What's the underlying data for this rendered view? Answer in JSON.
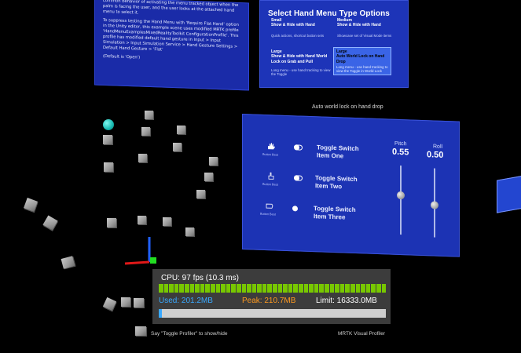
{
  "info_panel": {
    "paragraph_1": "common behavior of activating the menu tracked object when the palm is facing the user, and the user looks at the attached hand menu to select it.",
    "paragraph_2": "To suppress testing the Hand Menu with 'Require Flat Hand' option in the Unity editor, this example scene uses modified MRTK profile 'HandMenuExamplesMixedRealityToolkit ConfigurationProfile'. This profile has modified default hand gesture in Input > Input Simulation > Input Simulation Service > Hand Gesture Settings > Default Hand Gesture > 'Flat'",
    "paragraph_3": "(Default is 'Open')"
  },
  "menu_panel": {
    "title": "Select Hand Menu Type Options",
    "options": [
      {
        "head": "Small",
        "line2": "Show & Hide with Hand",
        "sub": "Quick actions, shortcut button sets"
      },
      {
        "head": "Medium",
        "line2": "Show & Hide with Hand",
        "sub": "Showcase set of Visual Mode items"
      },
      {
        "head": "Large",
        "line2": "Show & Hide with Hand World Lock on Grab and Pull",
        "sub": "Long menu - use hand tracking to view the Toggle"
      },
      {
        "head": "Large",
        "line2": "Auto World Lock on Hand Drop",
        "sub": "Long menu - use hand tracking to view the Toggle in World Lock"
      }
    ]
  },
  "auto_lock_caption": "Auto world lock on hand drop",
  "toggle_panel": {
    "items": [
      {
        "icon": "hand-icon",
        "caption": "Button Beat",
        "label_1": "Toggle Switch",
        "label_2": "Item One",
        "state": "on"
      },
      {
        "icon": "hand-point-icon",
        "caption": "Button Beat",
        "label_1": "Toggle Switch",
        "label_2": "Item Two",
        "state": "on"
      },
      {
        "icon": "hand-grab-icon",
        "caption": "Button Beat",
        "label_1": "Toggle Switch",
        "label_2": "Item Three",
        "state": "off"
      }
    ],
    "sliders": [
      {
        "name": "Pitch",
        "value": "0.55",
        "level": 0.55
      },
      {
        "name": "Roll",
        "value": "0.50",
        "level": 0.5
      }
    ]
  },
  "profiler": {
    "cpu": "CPU: 97 fps (10.3 ms)",
    "used": "Used: 201.2MB",
    "peak": "Peak: 210.7MB",
    "limit": "Limit: 16333.0MB",
    "used_fraction": 0.0123,
    "peak_fraction": 0.0129,
    "hint": "Say \"Toggle Profiler\" to show/hide",
    "brand": "MRTK Visual Profiler",
    "colors": {
      "bar": "#78c800",
      "used": "#3aa9ff",
      "peak": "#ff9a1f"
    }
  }
}
